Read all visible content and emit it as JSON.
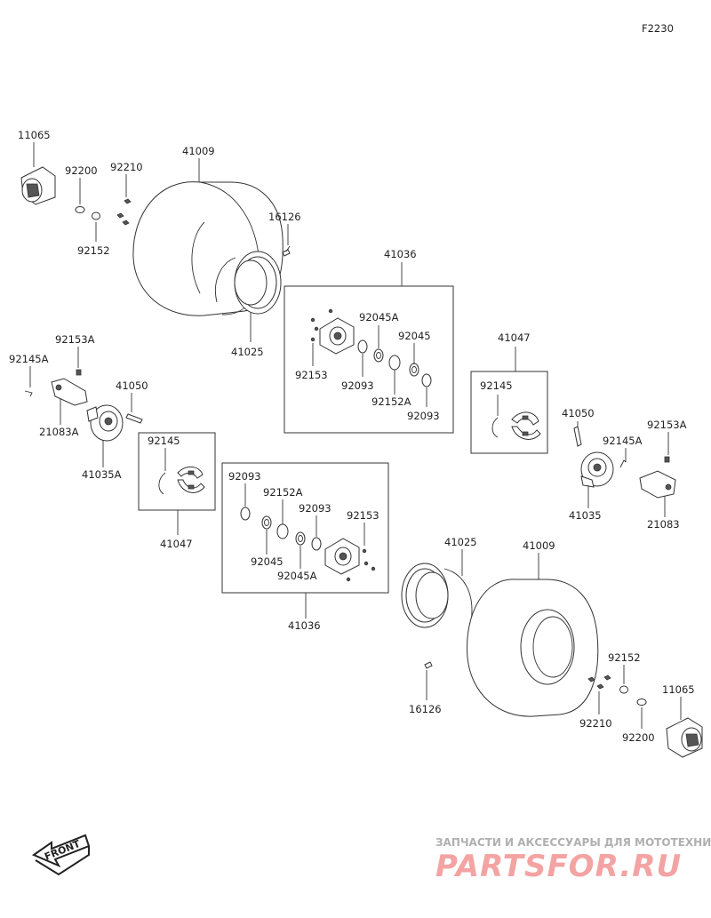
{
  "diagram_code": "F2230",
  "part_labels": [
    "11065",
    "92200",
    "92210",
    "41009",
    "92152",
    "16126",
    "41025",
    "41036",
    "92045A",
    "92045",
    "92153",
    "92093",
    "92152A",
    "92093",
    "41047",
    "92145",
    "92153A",
    "92145A",
    "41050",
    "21083A",
    "41035A",
    "92145",
    "41047",
    "41050",
    "92153A",
    "92145A",
    "41035",
    "21083",
    "92093",
    "92152A",
    "92093",
    "92153",
    "92045",
    "92045A",
    "41036",
    "41025",
    "41009",
    "16126",
    "92152",
    "92210",
    "92200",
    "11065"
  ],
  "front_label": "FRONT",
  "watermark": {
    "tagline": "ЗАПЧАСТИ И АКСЕССУАРЫ ДЛЯ МОТОТЕХНИКИ",
    "brand": "PARTSFOR.RU"
  }
}
